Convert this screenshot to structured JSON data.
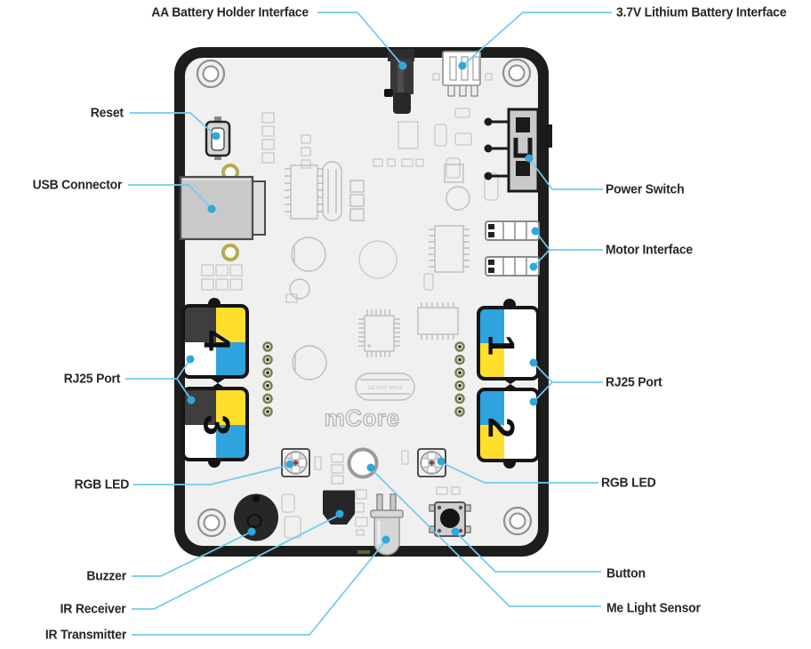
{
  "board": {
    "name": "mCore"
  },
  "ports": {
    "left": [
      "4",
      "3"
    ],
    "right": [
      "1",
      "2"
    ]
  },
  "crystal_label": "16.000 MHZ",
  "labels": {
    "aa_battery": "AA Battery Holder Interface",
    "lithium": "3.7V Lithium Battery Interface",
    "reset": "Reset",
    "usb": "USB Connector",
    "power_switch": "Power Switch",
    "motor": "Motor Interface",
    "rj25_left": "RJ25 Port",
    "rj25_right": "RJ25 Port",
    "rgb_left": "RGB LED",
    "rgb_right": "RGB LED",
    "buzzer": "Buzzer",
    "ir_receiver": "IR Receiver",
    "ir_transmitter": "IR Transmitter",
    "button": "Button",
    "light_sensor": "Me Light Sensor"
  },
  "colors": {
    "leader_line": "#6fcbee",
    "leader_dot": "#2ea7dc",
    "port_yellow": "#ffdf2b",
    "port_blue": "#2fa3dd",
    "port_dark": "#3e3e3e",
    "board_fill": "#f0f0f0",
    "board_border": "#1d1d1d"
  }
}
